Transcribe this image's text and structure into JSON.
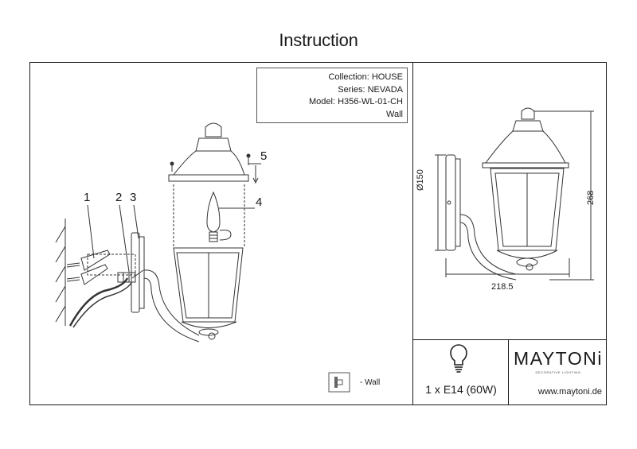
{
  "title": "Instruction",
  "info": {
    "collection": "Collection: HOUSE",
    "series": "Series: NEVADA",
    "model": "Model: H356-WL-01-CH",
    "placement": "Wall"
  },
  "callouts": [
    "1",
    "2",
    "3",
    "4",
    "5"
  ],
  "dimensions": {
    "diameter": "Ø150",
    "height": "268",
    "depth": "218.5"
  },
  "install": {
    "label": "- Wall"
  },
  "lamp": {
    "spec": "1 x E14 (60W)"
  },
  "brand": {
    "name": "MAYTONi",
    "tagline": "DECORATIVE LIGHTING",
    "website": "www.maytoni.de"
  }
}
